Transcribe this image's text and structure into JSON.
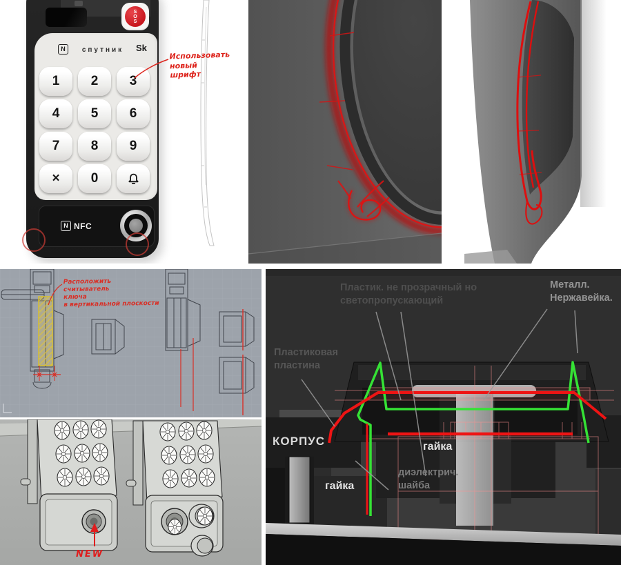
{
  "front": {
    "sos": "SOS",
    "nfc_mark": "N",
    "brand": "спутник",
    "sk": "Sk",
    "keys": [
      "1",
      "2",
      "3",
      "4",
      "5",
      "6",
      "7",
      "8",
      "9",
      "×",
      "0"
    ],
    "nfc_label": "NFC",
    "note": [
      "Использовать",
      "новый",
      "шрифт"
    ]
  },
  "cad": {
    "note": [
      "Расположить",
      "считыватель",
      "ключа",
      "в вертикальной плоскости"
    ]
  },
  "render": {
    "note": "NEW"
  },
  "section": {
    "plastic": [
      "Пластик. не прозрачный но",
      "светопропускающий"
    ],
    "metal": [
      "Металл.",
      "Нержавейка."
    ],
    "plate": [
      "Пластиковая",
      "пластина"
    ],
    "body": "КОРПУС",
    "nut_center": "гайка",
    "nut_left": "гайка",
    "washer": [
      "диэлектрич.",
      "шайба"
    ]
  },
  "colors": {
    "annotation_red": "#dd241c",
    "sos_red": "#c8161e",
    "highlight_green": "#35e235",
    "outline_red": "#ee1414",
    "highlight_yellow": "#e2c437",
    "cad_background": "#9da3ab",
    "section_background": "#2f2f2f"
  }
}
